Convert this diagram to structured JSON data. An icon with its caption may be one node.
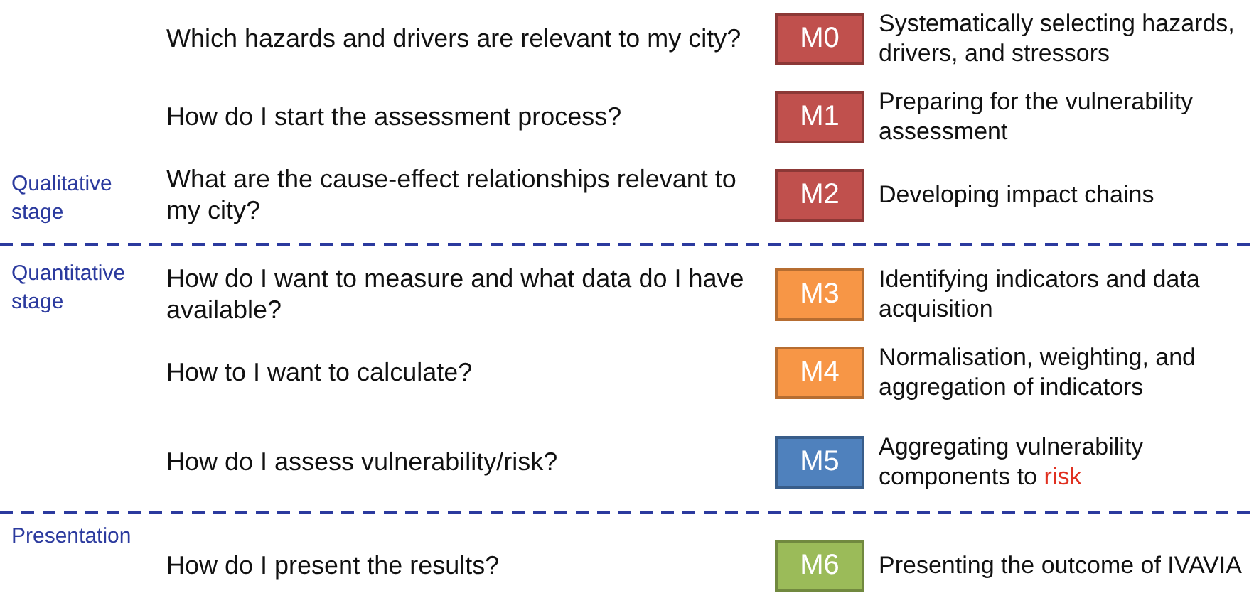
{
  "diagram": {
    "nodes": [
      {
        "text": [
          "M0"
        ],
        "beside": [
          "Systematically selecting hazards, drivers, and stressors"
        ]
      },
      {
        "text": [
          "M1"
        ],
        "beside": [
          "Preparing for the vulnerability assessment"
        ]
      },
      {
        "text": [
          "M2"
        ],
        "beside": [
          "Developing impact chains"
        ]
      },
      {
        "text": [
          "M3"
        ],
        "beside": [
          "Identifying indicators and data acquisition"
        ]
      },
      {
        "text": [
          "M4"
        ],
        "beside": [
          "Normalisation, weighting, and aggregation of indicators"
        ]
      },
      {
        "text": [
          "M5"
        ],
        "beside": [
          "Aggregating vulnerability components to risk"
        ]
      },
      {
        "text": [
          "M6"
        ],
        "beside": [
          "Presenting the outcome of IVAVIA"
        ]
      }
    ],
    "edges": [],
    "labels": [
      "Which hazards and drivers are relevant to my city?",
      "How do I start the assessment process?",
      "Qualitative stage",
      "What are the cause-effect relationships relevant to my city?",
      "Quantitative stage",
      "How do I want to measure and what data do I have available?",
      "How to I want to calculate?",
      "How do I assess vulnerability/risk?",
      "Presentation",
      "How do I present the results?"
    ]
  }
}
